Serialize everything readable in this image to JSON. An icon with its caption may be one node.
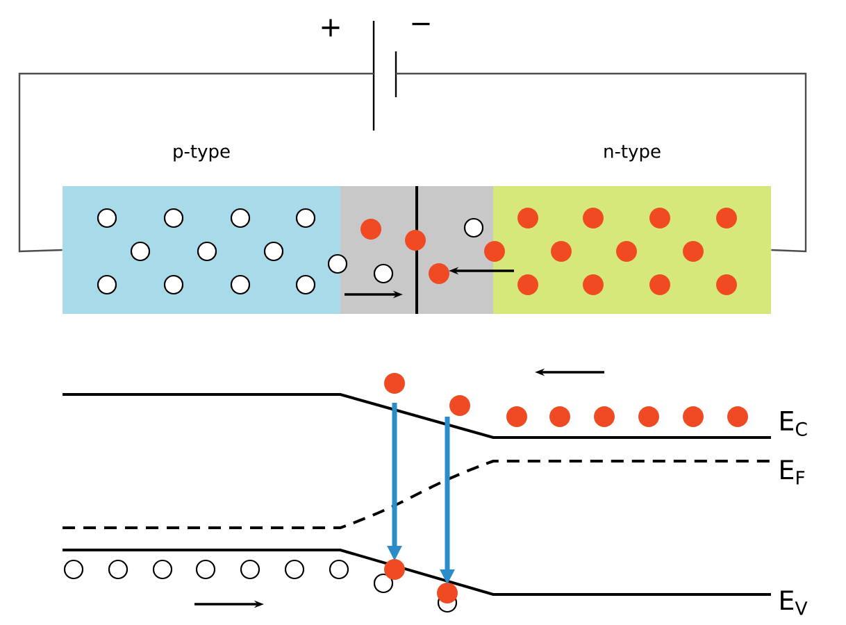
{
  "diagram": {
    "nodes": [
      {
        "text": [],
        "shape": "battery",
        "beside": [
          "+",
          "−"
        ]
      },
      {
        "text": [
          "p-type"
        ]
      },
      {
        "text": [],
        "shape": "box"
      },
      {
        "text": [
          "n-type"
        ]
      }
    ],
    "edges": [
      {
        "from": 0,
        "to": 1,
        "arrow": "none"
      },
      {
        "from": 0,
        "to": 3,
        "arrow": "none"
      }
    ],
    "labels": [
      "E$_{C}$",
      "E$_{F}$",
      "E$_{V}$"
    ]
  }
}
